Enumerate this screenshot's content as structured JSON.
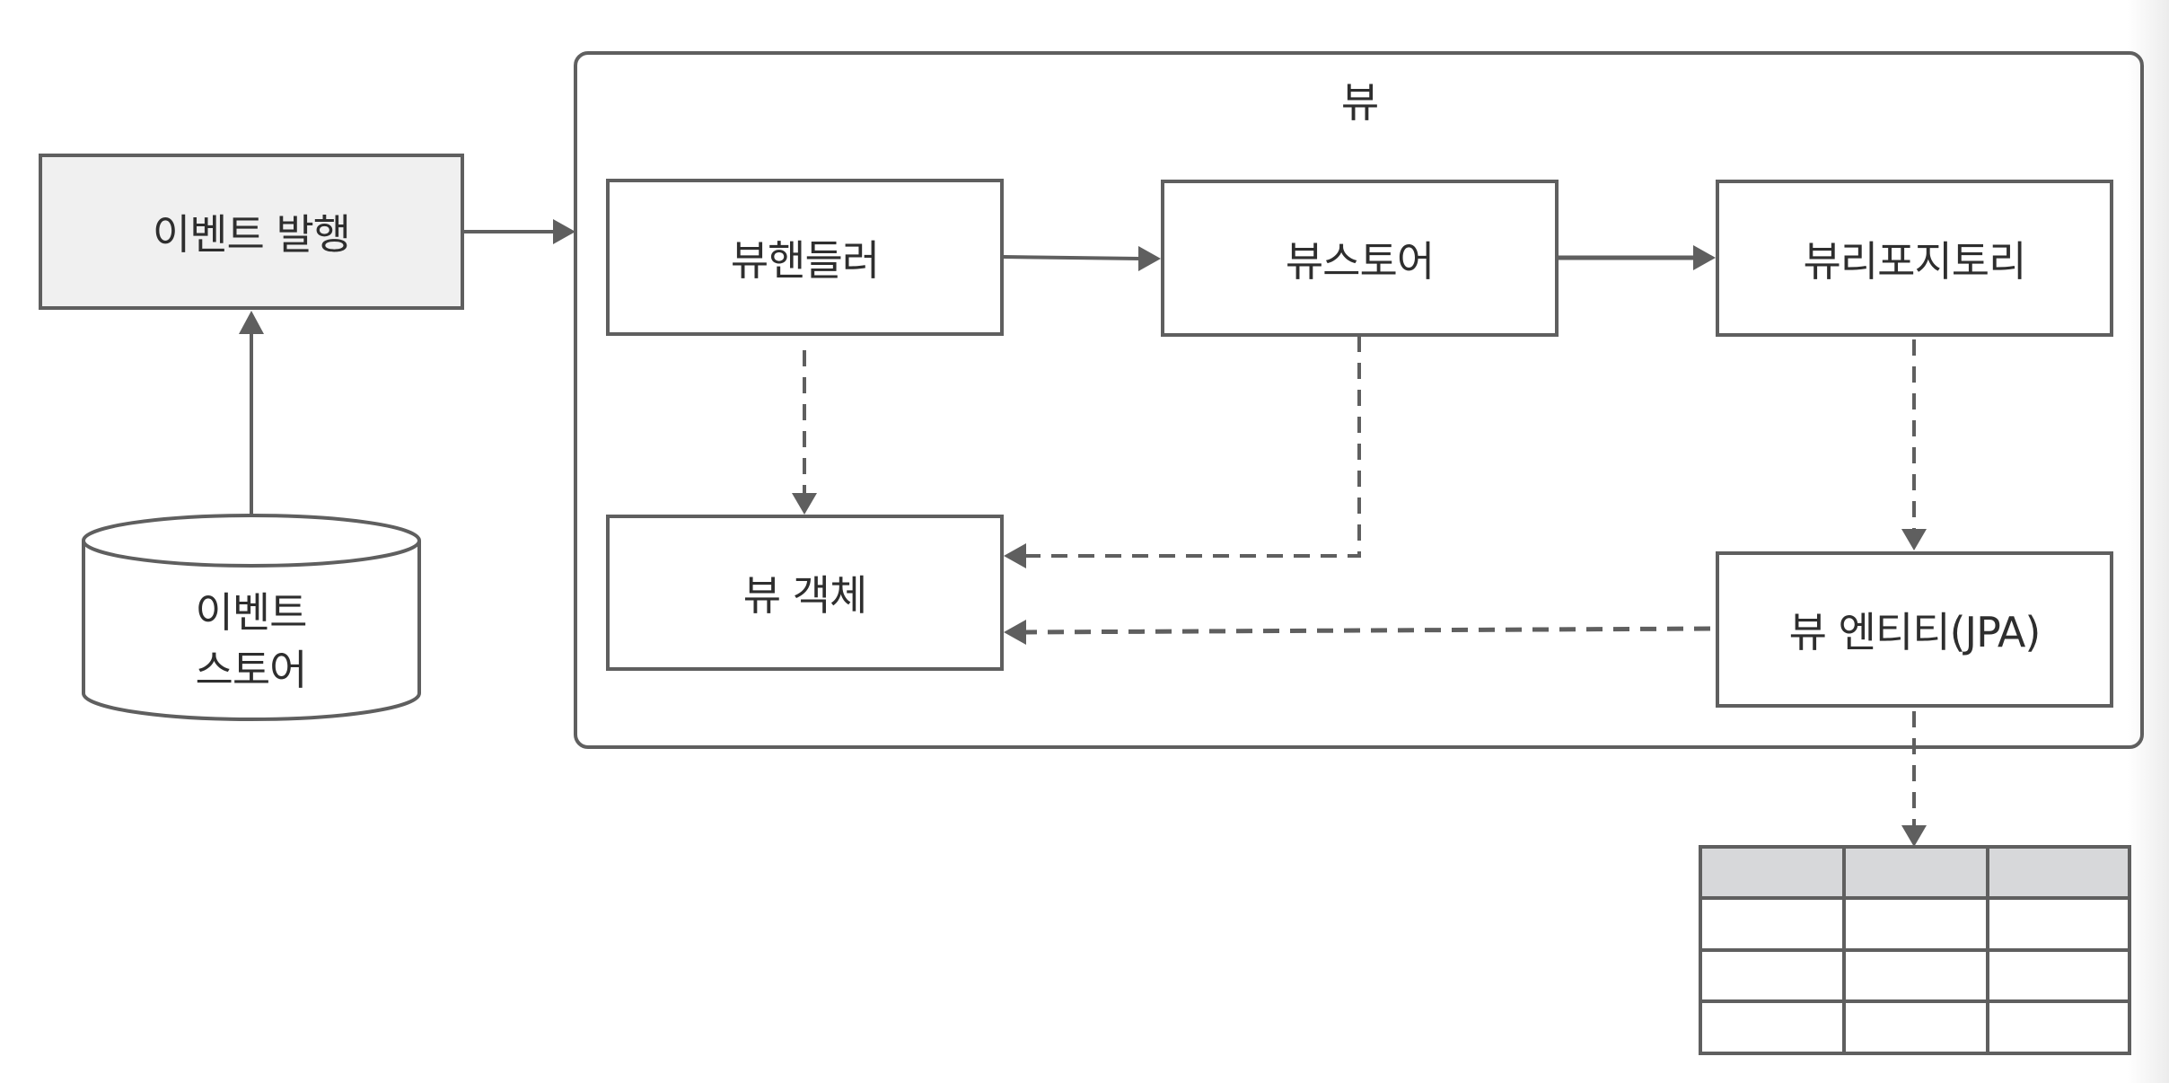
{
  "colors": {
    "stroke": "#5f5f5f",
    "publisher_fill": "#f0f0f0",
    "table_header_fill": "#d7d8da",
    "background": "#ffffff"
  },
  "nodes": {
    "event_publish": "이벤트 발행",
    "event_store_line1": "이벤트",
    "event_store_line2": "스토어",
    "view_container": "뷰",
    "view_handler": "뷰핸들러",
    "view_store": "뷰스토어",
    "view_repository": "뷰리포지토리",
    "view_object": "뷰 객체",
    "view_entity": "뷰 엔티티(JPA)"
  },
  "edges": [
    {
      "from": "event_store",
      "to": "event_publish",
      "style": "solid"
    },
    {
      "from": "event_publish",
      "to": "view_container",
      "style": "solid"
    },
    {
      "from": "view_handler",
      "to": "view_store",
      "style": "solid"
    },
    {
      "from": "view_store",
      "to": "view_repository",
      "style": "solid"
    },
    {
      "from": "view_handler",
      "to": "view_object",
      "style": "dashed"
    },
    {
      "from": "view_store",
      "to": "view_object",
      "style": "dashed"
    },
    {
      "from": "view_repository",
      "to": "view_entity",
      "style": "dashed"
    },
    {
      "from": "view_entity",
      "to": "view_object",
      "style": "dashed"
    },
    {
      "from": "view_entity",
      "to": "db_table",
      "style": "dashed"
    }
  ],
  "db_table": {
    "columns": 3,
    "header_rows": 1,
    "body_rows": 3
  }
}
